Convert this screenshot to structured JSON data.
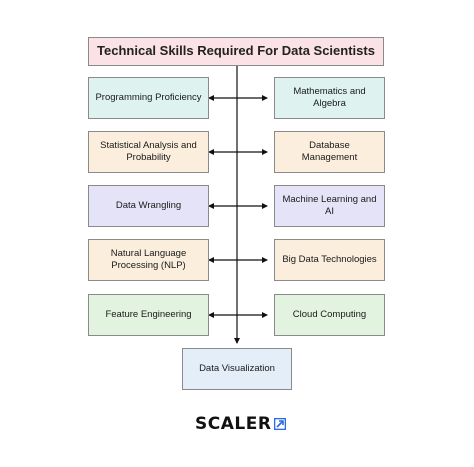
{
  "title": "Technical Skills Required For Data Scientists",
  "colors": {
    "title_bg": "#fbe2e6",
    "teal_bg": "#def3ef",
    "peach_bg": "#fbeedd",
    "lavender_bg": "#e4e3f8",
    "green_bg": "#e2f4df",
    "blue_bg": "#e3eef9",
    "line": "#111111",
    "logo_accent": "#2b6ae0"
  },
  "left_skills": [
    "Programming Proficiency",
    "Statistical Analysis and Probability",
    "Data Wrangling",
    "Natural Language Processing (NLP)",
    "Feature Engineering"
  ],
  "right_skills": [
    "Mathematics and Algebra",
    "Database Management",
    "Machine Learning and AI",
    "Big Data Technologies",
    "Cloud Computing"
  ],
  "bottom_skill": "Data Visualization",
  "logo": {
    "text": "SCALER",
    "icon": "scaler-logo-mark-icon"
  }
}
